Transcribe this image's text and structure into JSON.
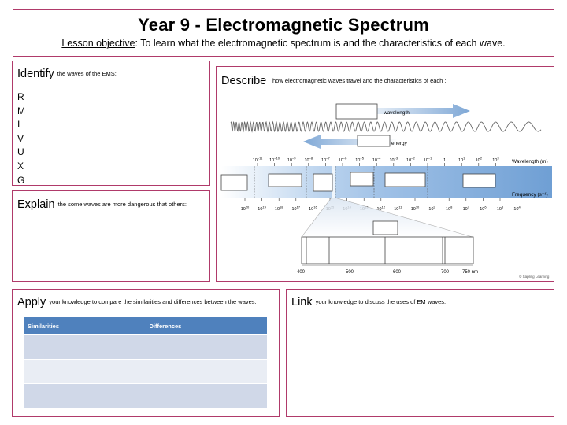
{
  "header": {
    "title": "Year 9 - Electromagnetic Spectrum",
    "objective_label": "Lesson objective",
    "objective_text": ": To learn what the electromagnetic spectrum is and the characteristics of each wave."
  },
  "identify": {
    "heading": "Identify",
    "sub": "the waves of the EMS:",
    "letters": [
      "R",
      "M",
      "I",
      "V",
      "U",
      "X",
      "G"
    ]
  },
  "explain": {
    "heading": "Explain",
    "sub": "the some waves are more dangerous that others:"
  },
  "describe": {
    "heading": "Describe",
    "sub": "how electromagnetic waves travel and the characteristics of each :",
    "diagram": {
      "wavelength_arrow_label": "wavelength",
      "energy_arrow_label": "energy",
      "wavelength_axis_label": "Wavelength (m)",
      "frequency_axis_label": "Frequency (s⁻¹)",
      "wavelength_ticks": [
        {
          "b": "10",
          "e": "−11"
        },
        {
          "b": "10",
          "e": "−10"
        },
        {
          "b": "10",
          "e": "−9"
        },
        {
          "b": "10",
          "e": "−8"
        },
        {
          "b": "10",
          "e": "−7"
        },
        {
          "b": "10",
          "e": "−6"
        },
        {
          "b": "10",
          "e": "−5"
        },
        {
          "b": "10",
          "e": "−4"
        },
        {
          "b": "10",
          "e": "−3"
        },
        {
          "b": "10",
          "e": "−2"
        },
        {
          "b": "10",
          "e": "−1"
        },
        {
          "b": "1",
          "e": ""
        },
        {
          "b": "10",
          "e": "1"
        },
        {
          "b": "10",
          "e": "2"
        },
        {
          "b": "10",
          "e": "3"
        }
      ],
      "frequency_ticks": [
        {
          "b": "10",
          "e": "20"
        },
        {
          "b": "10",
          "e": "19"
        },
        {
          "b": "10",
          "e": "18"
        },
        {
          "b": "10",
          "e": "17"
        },
        {
          "b": "10",
          "e": "16"
        },
        {
          "b": "10",
          "e": "15"
        },
        {
          "b": "10",
          "e": "14"
        },
        {
          "b": "10",
          "e": "13"
        },
        {
          "b": "10",
          "e": "12"
        },
        {
          "b": "10",
          "e": "11"
        },
        {
          "b": "10",
          "e": "10"
        },
        {
          "b": "10",
          "e": "9"
        },
        {
          "b": "10",
          "e": "8"
        },
        {
          "b": "10",
          "e": "7"
        },
        {
          "b": "10",
          "e": "6"
        },
        {
          "b": "10",
          "e": "5"
        },
        {
          "b": "10",
          "e": "4"
        }
      ],
      "visible_scale_ticks": [
        "400",
        "500",
        "600",
        "700",
        "750 nm"
      ],
      "credit": "© Sapling Learning"
    }
  },
  "apply": {
    "heading": "Apply",
    "sub": "your knowledge to compare the similarities and differences between the waves:",
    "table": {
      "headers": [
        "Similarities",
        "Differences"
      ],
      "rows": [
        [
          "",
          ""
        ],
        [
          "",
          ""
        ],
        [
          "",
          ""
        ]
      ]
    }
  },
  "link": {
    "heading": "Link",
    "sub": "your knowledge to discuss the uses of EM waves:"
  },
  "colors": {
    "panel_border": "#b03a6a",
    "band_blue": "#7aa7d8",
    "table_header": "#4f81bd",
    "table_row_dark": "#d0d8e8",
    "table_row_light": "#e9edf4"
  }
}
